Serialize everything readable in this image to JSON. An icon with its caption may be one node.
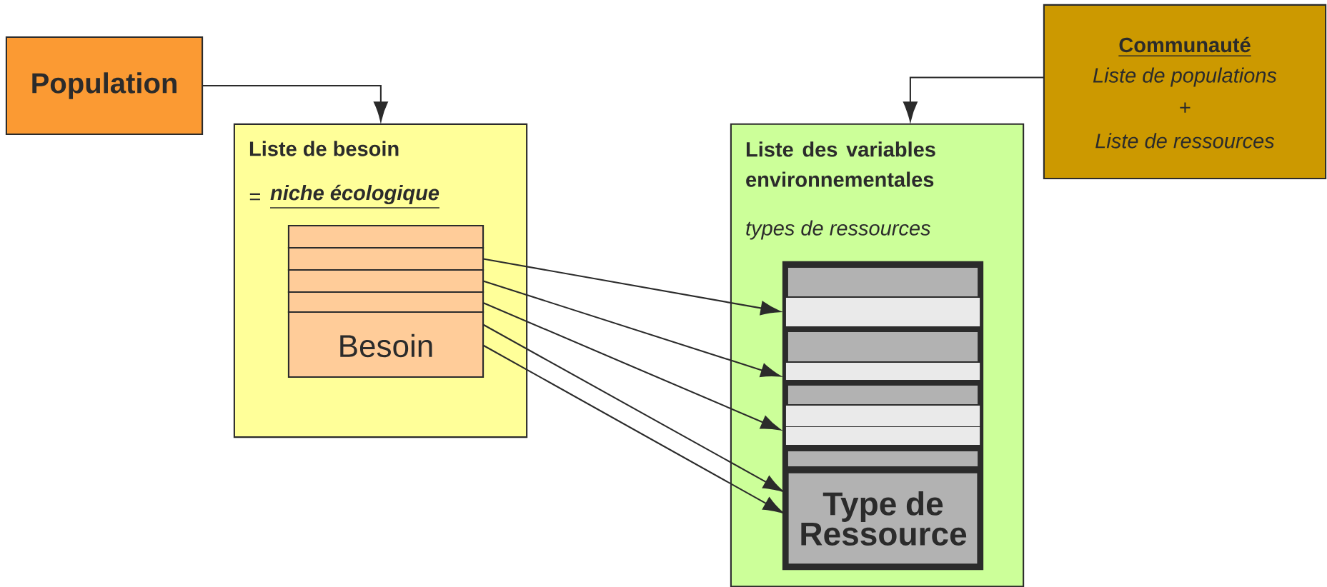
{
  "diagram": {
    "nodes": [
      {
        "text": [
          "Population"
        ]
      },
      {
        "text": [
          "Liste de besoin",
          "=",
          "niche écologique"
        ]
      },
      {
        "text": [],
        "shape": "box",
        "in": 1
      },
      {
        "text": [],
        "shape": "box",
        "in": 1
      },
      {
        "text": [],
        "shape": "box",
        "in": 1
      },
      {
        "text": [],
        "shape": "box",
        "in": 1
      },
      {
        "text": [
          "Besoin"
        ],
        "in": 1
      },
      {
        "text": [
          "Communauté",
          "Liste de populations",
          "+",
          "Liste de ressources"
        ]
      },
      {
        "text": [
          "Liste des variables environnementales",
          "types de ressources"
        ]
      },
      {
        "text": [],
        "shape": "box",
        "in": 8
      },
      {
        "text": [],
        "shape": "bar",
        "in": 9
      },
      {
        "text": [],
        "shape": "bar",
        "in": 9
      },
      {
        "text": [],
        "shape": "bar",
        "in": 9
      },
      {
        "text": [],
        "shape": "bar",
        "in": 9
      },
      {
        "text": [],
        "shape": "bar",
        "in": 9
      },
      {
        "text": [],
        "shape": "bar",
        "in": 9
      },
      {
        "text": [],
        "shape": "bar",
        "in": 9
      },
      {
        "text": [],
        "shape": "bar",
        "in": 9
      },
      {
        "text": [
          "Type de Ressource"
        ],
        "in": 9
      }
    ],
    "edges": [
      {
        "from": 0,
        "to": 1,
        "arrow": "to"
      },
      {
        "from": 7,
        "to": 8,
        "arrow": "to"
      },
      {
        "from": 3,
        "to": 11,
        "arrow": "to"
      },
      {
        "from": 4,
        "to": 13,
        "arrow": "to"
      },
      {
        "from": 5,
        "to": 16,
        "arrow": "to"
      },
      {
        "from": 6,
        "to": 18,
        "arrow": "to"
      },
      {
        "from": 6,
        "to": 18,
        "arrow": "to"
      }
    ]
  }
}
